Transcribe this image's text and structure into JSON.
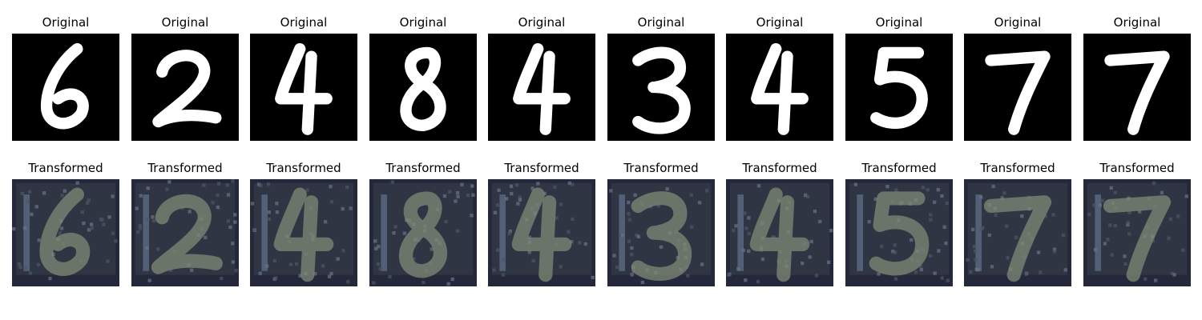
{
  "figure": {
    "background": "#ffffff",
    "rows": [
      {
        "row": "original",
        "panels": [
          {
            "title": "Original",
            "digit": "6"
          },
          {
            "title": "Original",
            "digit": "2"
          },
          {
            "title": "Original",
            "digit": "4"
          },
          {
            "title": "Original",
            "digit": "8"
          },
          {
            "title": "Original",
            "digit": "4"
          },
          {
            "title": "Original",
            "digit": "3"
          },
          {
            "title": "Original",
            "digit": "4"
          },
          {
            "title": "Original",
            "digit": "5"
          },
          {
            "title": "Original",
            "digit": "7"
          },
          {
            "title": "Original",
            "digit": "7"
          }
        ],
        "image_style": {
          "background": "#000000",
          "stroke": "#ffffff"
        }
      },
      {
        "row": "transformed",
        "panels": [
          {
            "title": "Transformed",
            "digit": "6"
          },
          {
            "title": "Transformed",
            "digit": "2"
          },
          {
            "title": "Transformed",
            "digit": "4"
          },
          {
            "title": "Transformed",
            "digit": "8"
          },
          {
            "title": "Transformed",
            "digit": "4"
          },
          {
            "title": "Transformed",
            "digit": "3"
          },
          {
            "title": "Transformed",
            "digit": "4"
          },
          {
            "title": "Transformed",
            "digit": "5"
          },
          {
            "title": "Transformed",
            "digit": "7"
          },
          {
            "title": "Transformed",
            "digit": "7"
          }
        ],
        "image_style": {
          "background": "#24283a",
          "stroke": "#7f8a76",
          "noise": "#5a6a84"
        }
      }
    ]
  }
}
